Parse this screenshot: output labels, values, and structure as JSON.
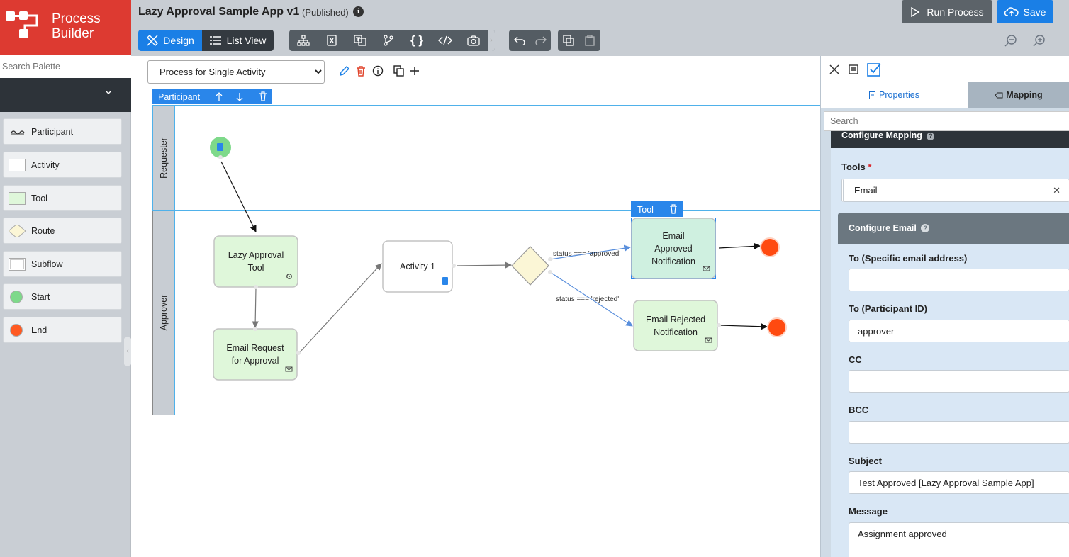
{
  "brand": {
    "title_line1": "Process",
    "title_line2": "Builder"
  },
  "palette": {
    "search_placeholder": "Search Palette",
    "items": [
      {
        "label": "Participant",
        "icon": "swimlane-icon"
      },
      {
        "label": "Activity",
        "icon": "activity-box-icon"
      },
      {
        "label": "Tool",
        "icon": "tool-box-icon"
      },
      {
        "label": "Route",
        "icon": "diamond-icon"
      },
      {
        "label": "Subflow",
        "icon": "subflow-box-icon"
      },
      {
        "label": "Start",
        "icon": "start-circle-icon"
      },
      {
        "label": "End",
        "icon": "end-circle-icon"
      }
    ]
  },
  "header": {
    "app_title": "Lazy Approval Sample App v1",
    "app_status": "(Published)",
    "design_label": "Design",
    "listview_label": "List View",
    "run_label": "Run Process",
    "save_label": "Save"
  },
  "canvas": {
    "process_selected": "Process for Single Activity",
    "participant_toolbar_label": "Participant",
    "tool_toolbar_label": "Tool",
    "lanes": [
      "Requester",
      "Approver"
    ],
    "nodes": {
      "lazy_tool_l1": "Lazy Approval",
      "lazy_tool_l2": "Tool",
      "email_req_l1": "Email Request",
      "email_req_l2": "for Approval",
      "activity1": "Activity 1",
      "approved_l1": "Email",
      "approved_l2": "Approved",
      "approved_l3": "Notification",
      "rejected_l1": "Email Rejected",
      "rejected_l2": "Notification"
    },
    "conditions": {
      "approved": "status === 'approved'",
      "rejected": "status === 'rejected'"
    }
  },
  "properties": {
    "tab_properties": "Properties",
    "tab_mapping": "Mapping",
    "search_placeholder": "Search",
    "configure_mapping": "Configure Mapping",
    "tools_label": "Tools",
    "tools_required": "*",
    "tools_value": "Email",
    "configure_email": "Configure Email",
    "fields": [
      {
        "label": "To (Specific email address)",
        "value": ""
      },
      {
        "label": "To (Participant ID)",
        "value": "approver"
      },
      {
        "label": "CC",
        "value": ""
      },
      {
        "label": "BCC",
        "value": ""
      },
      {
        "label": "Subject",
        "value": "Test Approved [Lazy Approval Sample App]"
      },
      {
        "label": "Message",
        "value": "Assignment approved"
      }
    ]
  },
  "colors": {
    "brand_red": "#dd3a31",
    "primary_blue": "#1a7fe6",
    "toolbar_dark": "#545c63",
    "tool_green": "#dff7da",
    "start_green": "#7ed98a",
    "end_red": "#ff4a10"
  }
}
